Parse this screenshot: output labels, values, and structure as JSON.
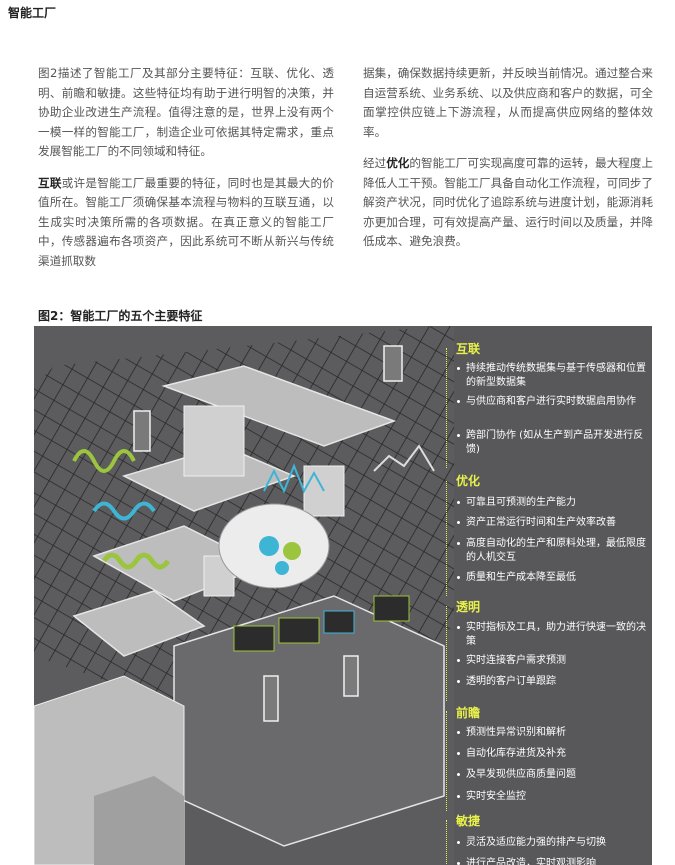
{
  "header": {
    "title": "智能工厂"
  },
  "left_column": {
    "p1": "图2描述了智能工厂及其部分主要特征：互联、优化、透明、前瞻和敏捷。这些特征均有助于进行明智的决策，并协助企业改进生产流程。值得注意的是，世界上没有两个一模一样的智能工厂，制造企业可依据其特定需求，重点发展智能工厂的不同领域和特征。",
    "p2_bold": "互联",
    "p2": "或许是智能工厂最重要的特征，同时也是其最大的价值所在。智能工厂须确保基本流程与物料的互联互通，以生成实时决策所需的各项数据。在真正意义的智能工厂中，传感器遍布各项资产，因此系统可不断从新兴与传统渠道抓取数"
  },
  "right_column": {
    "p1": "据集，确保数据持续更新，并反映当前情况。通过整合来自运营系统、业务系统、以及供应商和客户的数据，可全面掌控供应链上下游流程，从而提高供应网络的整体效率。",
    "p2_pre": "经过",
    "p2_bold": "优化",
    "p2": "的智能工厂可实现高度可靠的运转，最大程度上降低人工干预。智能工厂具备自动化工作流程，可同步了解资产状况，同时优化了追踪系统与进度计划，能源消耗亦更加合理，可有效提高产量、运行时间以及质量，并降低成本、避免浪费。"
  },
  "figure": {
    "title": "图2：智能工厂的五个主要特征",
    "categories": [
      {
        "name": "互联",
        "items": [
          "持续推动传统数据集与基于传感器和位置的新型数据集",
          "与供应商和客户进行实时数据启用协作",
          "跨部门协作 (如从生产到产品开发进行反馈)"
        ]
      },
      {
        "name": "优化",
        "items": [
          "可靠且可预测的生产能力",
          "资产正常运行时间和生产效率改善",
          "高度自动化的生产和原料处理，最低限度的人机交互",
          "质量和生产成本降至最低"
        ]
      },
      {
        "name": "透明",
        "items": [
          "实时指标及工具，助力进行快速一致的决策",
          "实时连接客户需求预测",
          "透明的客户订单跟踪"
        ]
      },
      {
        "name": "前瞻",
        "items": [
          "预测性异常识别和解析",
          "自动化库存进货及补充",
          "及早发现供应商质量问题",
          "实时安全监控"
        ]
      },
      {
        "name": "敏捷",
        "items": [
          "灵活及适应能力强的排产与切换",
          "进行产品改造，实时观测影响"
        ]
      }
    ],
    "colors": {
      "background": "#58585a",
      "accent": "#e8f04a",
      "green": "#9bc53d",
      "cyan": "#3fb5d6"
    }
  }
}
